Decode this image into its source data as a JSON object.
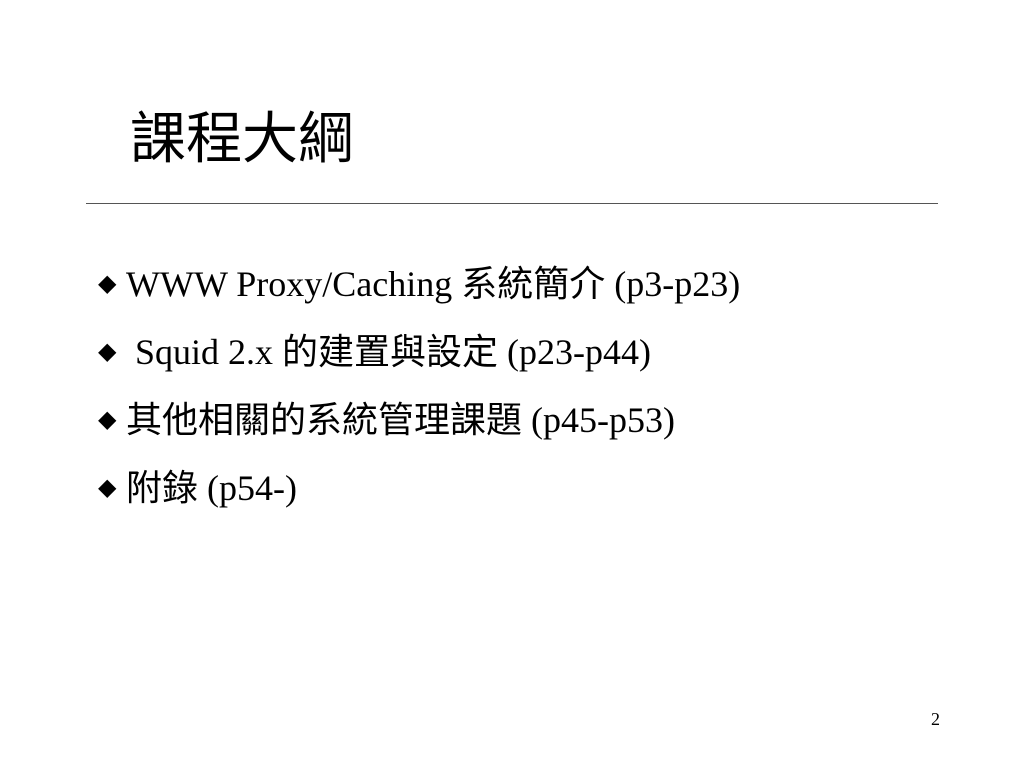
{
  "slide": {
    "title": "課程大綱",
    "bullet_icon": "◆",
    "bullets": [
      {
        "text": "WWW Proxy/Caching 系統簡介 (p3-p23)"
      },
      {
        "text": " Squid 2.x 的建置與設定 (p23-p44)"
      },
      {
        "text": "其他相關的系統管理課題 (p45-p53)"
      },
      {
        "text": "附錄 (p54-)"
      }
    ],
    "page_number": "2"
  }
}
